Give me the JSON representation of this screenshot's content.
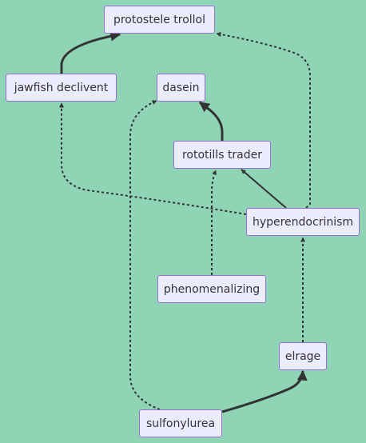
{
  "diagram": {
    "nodes": [
      {
        "id": "protostele",
        "label": "protostele trollol"
      },
      {
        "id": "jawfish",
        "label": "jawfish declivent"
      },
      {
        "id": "dasein",
        "label": "dasein"
      },
      {
        "id": "rototills",
        "label": "rototills trader"
      },
      {
        "id": "hyper",
        "label": "hyperendocrinism"
      },
      {
        "id": "phenom",
        "label": "phenomenalizing"
      },
      {
        "id": "elrage",
        "label": "elrage"
      },
      {
        "id": "sulfo",
        "label": "sulfonylurea"
      }
    ],
    "edges": [
      {
        "from": "jawfish",
        "to": "protostele",
        "style": "thick"
      },
      {
        "from": "hyper",
        "to": "protostele",
        "style": "dotted"
      },
      {
        "from": "hyper",
        "to": "jawfish",
        "style": "dotted"
      },
      {
        "from": "rototills",
        "to": "dasein",
        "style": "thick"
      },
      {
        "from": "hyper",
        "to": "rototills",
        "style": "solid"
      },
      {
        "from": "phenom",
        "to": "rototills",
        "style": "dotted"
      },
      {
        "from": "sulfo",
        "to": "dasein",
        "style": "dotted"
      },
      {
        "from": "elrage",
        "to": "hyper",
        "style": "dotted"
      },
      {
        "from": "sulfo",
        "to": "elrage",
        "style": "thick"
      }
    ],
    "colors": {
      "background": "#8fd4b5",
      "node_fill": "#ececff",
      "node_border": "#9370db",
      "edge": "#333333"
    }
  }
}
